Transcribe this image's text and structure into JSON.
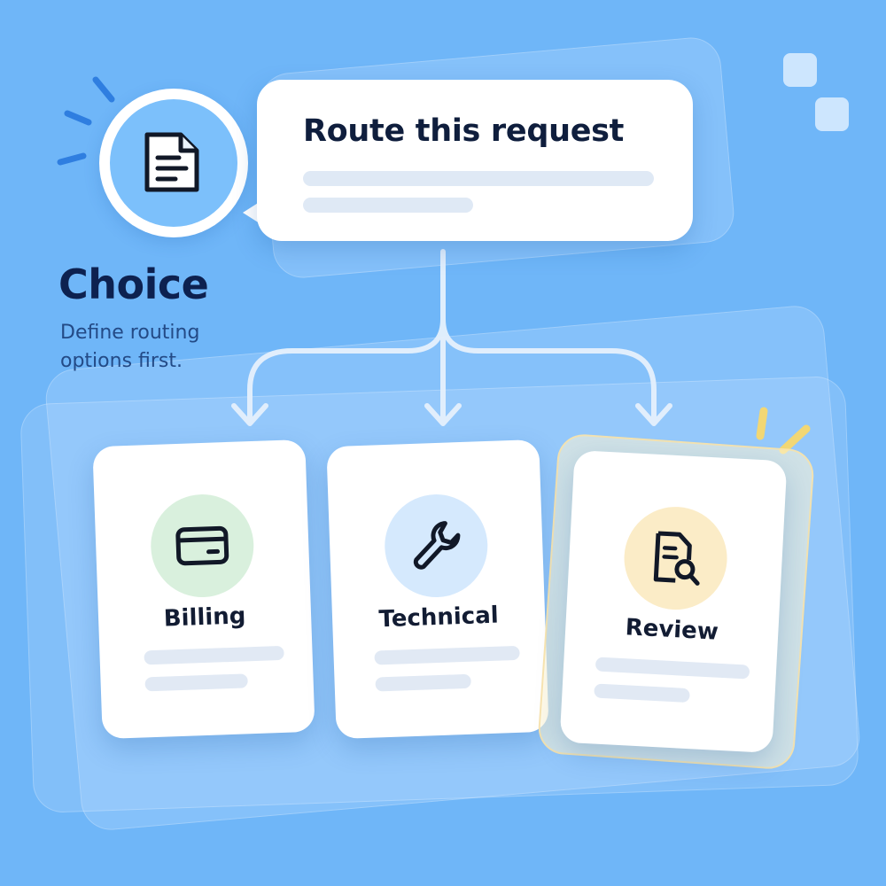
{
  "prompt": {
    "title": "Route this request",
    "icon": "document-icon"
  },
  "heading": "Choice",
  "description": "Define routing options first.",
  "options": [
    {
      "label": "Billing",
      "icon": "credit-card-icon",
      "color": "#d9f0dd"
    },
    {
      "label": "Technical",
      "icon": "wrench-icon",
      "color": "#d5e9fd"
    },
    {
      "label": "Review",
      "icon": "document-search-icon",
      "color": "#fbecc7"
    }
  ],
  "colors": {
    "background": "#6fb6f8",
    "heading": "#0d2150",
    "accent_lines": "#2f7ee0",
    "highlight_lines": "#f2d774"
  }
}
